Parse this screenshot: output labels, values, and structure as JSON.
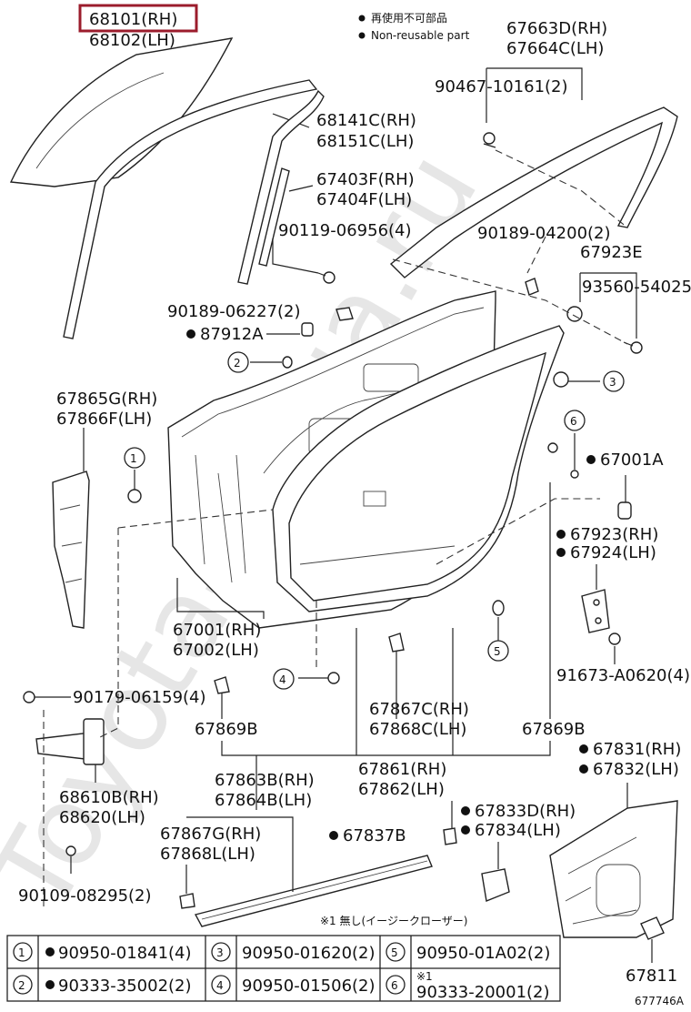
{
  "legend": {
    "line1": "再使用不可部品",
    "line2": "Non-reusable part"
  },
  "callouts": {
    "glass_rh": "68101(RH)",
    "glass_lh": "68102(LH)",
    "frame_rh": "67663D(RH)",
    "frame_lh": "67664C(LH)",
    "screw_90467": "90467-10161(2)",
    "run_rh": "68141C(RH)",
    "run_lh": "68151C(LH)",
    "weather_rh": "67403F(RH)",
    "weather_lh": "67404F(LH)",
    "bolt_90119": "90119-06956(4)",
    "clip_90189a": "90189-04200(2)",
    "part_67923e": "67923E",
    "screw_93560": "93560-54025",
    "clip_90189b": "90189-06227(2)",
    "seal_87912a": "87912A",
    "mold_rh": "67865G(RH)",
    "mold_lh": "67866F(LH)",
    "part_67001a": "67001A",
    "hinge_rh": "67923(RH)",
    "hinge_lh": "67924(LH)",
    "door_rh": "67001(RH)",
    "door_lh": "67002(LH)",
    "bolt_91673": "91673-A0620(4)",
    "bolt_90179": "90179-06159(4)",
    "clip_67869b_l": "67869B",
    "clip_67869b_r": "67869B",
    "seal_c_rh": "67867C(RH)",
    "seal_c_lh": "67868C(LH)",
    "check_rh": "68610B(RH)",
    "check_lh": "68620(LH)",
    "ws_rh": "67861(RH)",
    "ws_lh": "67862(LH)",
    "mold_b_rh": "67863B(RH)",
    "mold_b_lh": "67864B(LH)",
    "seal_g_rh": "67867G(RH)",
    "seal_g_lh": "67868L(LH)",
    "clip_67837b": "67837B",
    "service_rh": "67833D(RH)",
    "service_lh": "67834(LH)",
    "cover_rh": "67831(RH)",
    "cover_lh": "67832(LH)",
    "bolt_90109": "90109-08295(2)",
    "tape_67811": "67811",
    "note": "※1 無し(イージークローザー)"
  },
  "table": {
    "rows": [
      [
        {
          "num": "1",
          "text": "90950-01841(4)",
          "nonreusable": true
        },
        {
          "num": "3",
          "text": "90950-01620(2)",
          "nonreusable": false
        },
        {
          "num": "5",
          "text": "90950-01A02(2)",
          "nonreusable": false
        }
      ],
      [
        {
          "num": "2",
          "text": "90333-35002(2)",
          "nonreusable": true
        },
        {
          "num": "4",
          "text": "90950-01506(2)",
          "nonreusable": false
        },
        {
          "num": "6",
          "text": "90333-20001(2)",
          "nonreusable": false,
          "note": "※1"
        }
      ]
    ]
  },
  "figure_code": "677746A",
  "watermark": "Toyota-Kinga.ru"
}
